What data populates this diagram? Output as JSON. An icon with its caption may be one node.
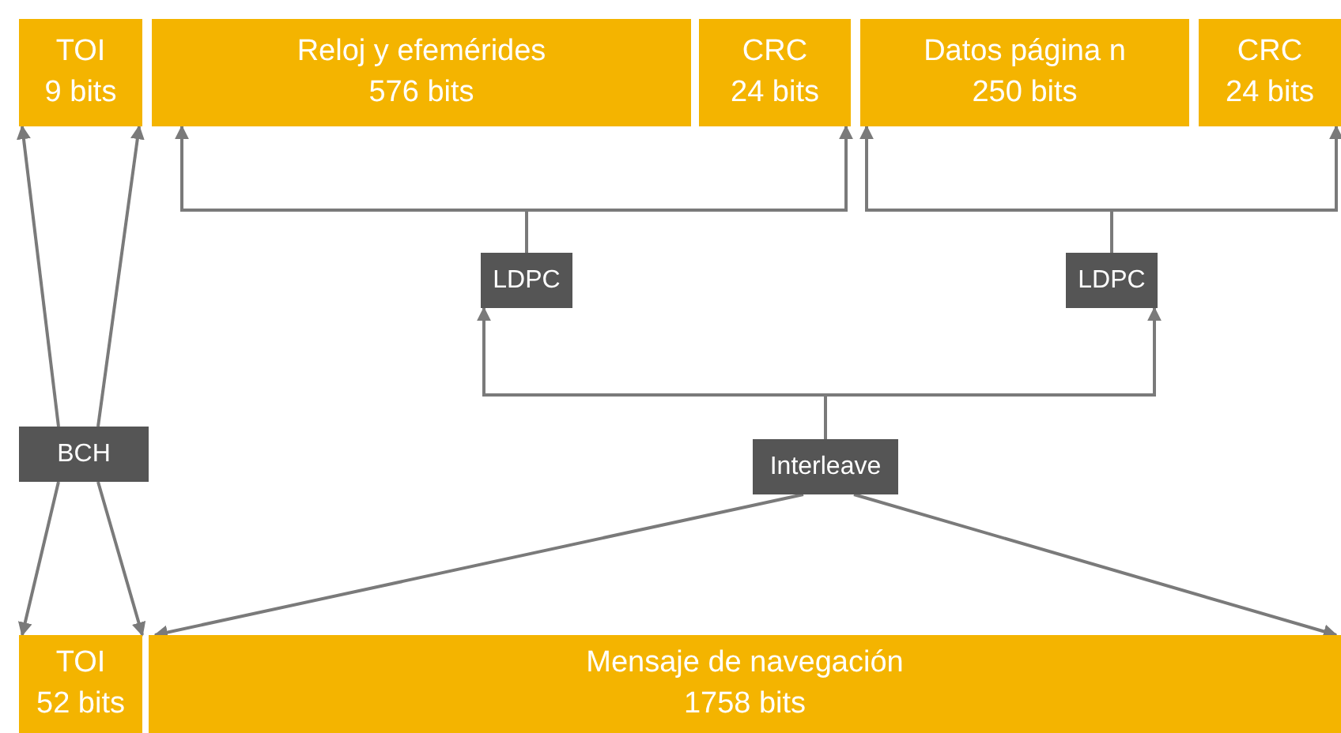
{
  "diagram": {
    "nodes": [
      {
        "text": [
          "TOI",
          "9 bits"
        ]
      },
      {
        "text": [
          "Reloj y efemérides",
          "576 bits"
        ]
      },
      {
        "text": [
          "CRC",
          "24 bits"
        ]
      },
      {
        "text": [
          "Datos página n",
          "250 bits"
        ]
      },
      {
        "text": [
          "CRC",
          "24 bits"
        ]
      },
      {
        "text": [
          "LDPC"
        ]
      },
      {
        "text": [
          "LDPC"
        ]
      },
      {
        "text": [
          "BCH"
        ]
      },
      {
        "text": [
          "Interleave"
        ]
      },
      {
        "text": [
          "TOI",
          "52 bits"
        ]
      },
      {
        "text": [
          "Mensaje de navegación",
          "1758 bits"
        ]
      }
    ],
    "edges": [
      {
        "from": 7,
        "to": 0,
        "arrow": "to"
      },
      {
        "from": 7,
        "to": 0,
        "arrow": "to"
      },
      {
        "from": 7,
        "to": 9,
        "arrow": "to"
      },
      {
        "from": 7,
        "to": 9,
        "arrow": "to"
      },
      {
        "from": 5,
        "to": 1,
        "arrow": "to"
      },
      {
        "from": 5,
        "to": 2,
        "arrow": "to"
      },
      {
        "from": 6,
        "to": 3,
        "arrow": "to"
      },
      {
        "from": 6,
        "to": 4,
        "arrow": "to"
      },
      {
        "from": 8,
        "to": 5,
        "arrow": "to"
      },
      {
        "from": 8,
        "to": 6,
        "arrow": "to"
      },
      {
        "from": 8,
        "to": 10,
        "arrow": "to"
      },
      {
        "from": 8,
        "to": 10,
        "arrow": "to"
      }
    ]
  }
}
